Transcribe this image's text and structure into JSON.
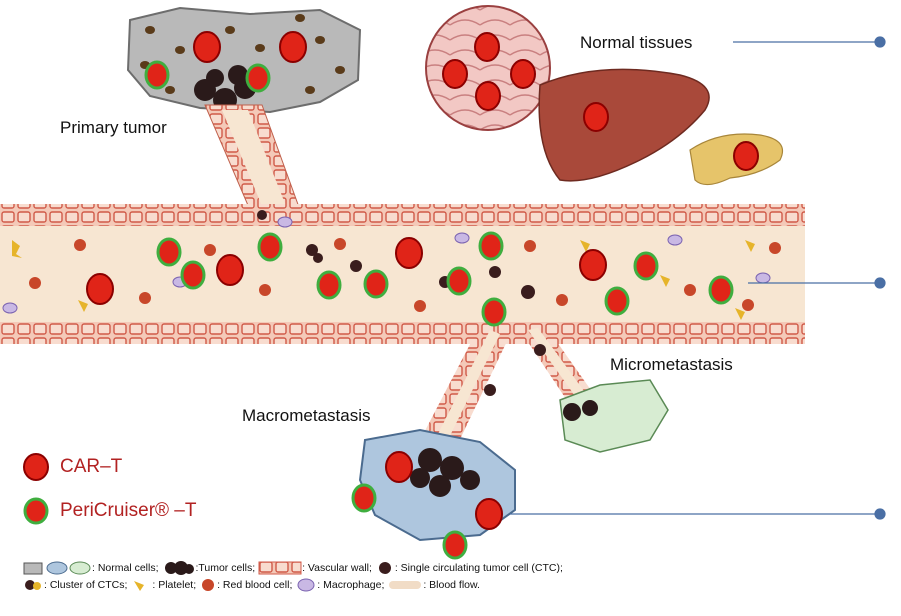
{
  "labels": {
    "primary_tumor": "Primary tumor",
    "normal_tissues": "Normal tissues",
    "micrometastasis": "Micrometastasis",
    "macrometastasis": "Macrometastasis"
  },
  "legend": {
    "cart": "CAR–T",
    "pericruiser": "PeriCruiser® –T"
  },
  "bottom_legend": {
    "normal_cells": ": Normal cells;",
    "tumor_cells": ":Tumor cells;",
    "vascular_wall": ": Vascular wall;",
    "single_ctc": ": Single circulating tumor cell (CTC);",
    "cluster_ctcs": ": Cluster of CTCs;",
    "platelet": ": Platelet;",
    "red_blood_cell": ": Red blood cell;",
    "macrophage": ": Macrophage;",
    "blood_flow": ": Blood flow."
  },
  "colors": {
    "cart_fill": "#e02418",
    "cart_border": "#8b0000",
    "pericruiser_border": "#3fae3f",
    "vessel_wall": "#d9826a",
    "vessel_lumen": "#f7e6d2",
    "pointer_line": "#4a6fa5"
  }
}
